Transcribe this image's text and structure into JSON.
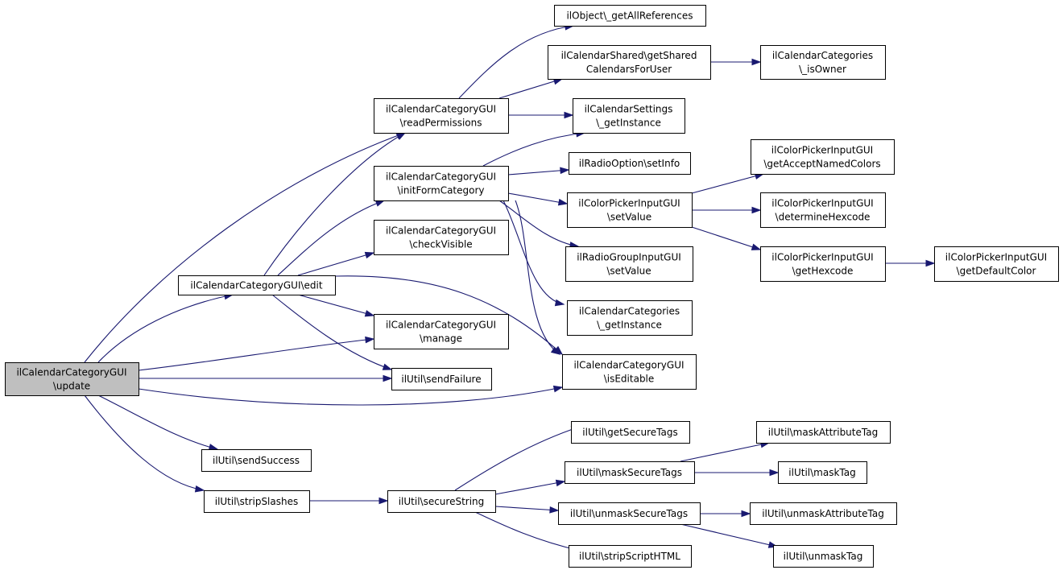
{
  "diagram": {
    "nodes": [
      {
        "id": "update",
        "lines": [
          "ilCalendarCategoryGUI",
          "\\update"
        ],
        "root": true
      },
      {
        "id": "edit",
        "lines": [
          "ilCalendarCategoryGUI\\edit"
        ]
      },
      {
        "id": "readPermissions",
        "lines": [
          "ilCalendarCategoryGUI",
          "\\readPermissions"
        ]
      },
      {
        "id": "initFormCategory",
        "lines": [
          "ilCalendarCategoryGUI",
          "\\initFormCategory"
        ]
      },
      {
        "id": "checkVisible",
        "lines": [
          "ilCalendarCategoryGUI",
          "\\checkVisible"
        ]
      },
      {
        "id": "manage",
        "lines": [
          "ilCalendarCategoryGUI",
          "\\manage"
        ]
      },
      {
        "id": "sendFailure",
        "lines": [
          "ilUtil\\sendFailure"
        ]
      },
      {
        "id": "sendSuccess",
        "lines": [
          "ilUtil\\sendSuccess"
        ]
      },
      {
        "id": "stripSlashes",
        "lines": [
          "ilUtil\\stripSlashes"
        ]
      },
      {
        "id": "getAllReferences",
        "lines": [
          "ilObject\\_getAllReferences"
        ]
      },
      {
        "id": "getSharedCalendars",
        "lines": [
          "ilCalendarShared\\getShared",
          "CalendarsForUser"
        ]
      },
      {
        "id": "settingsGetInstance",
        "lines": [
          "ilCalendarSettings",
          "\\_getInstance"
        ]
      },
      {
        "id": "setInfo",
        "lines": [
          "ilRadioOption\\setInfo"
        ]
      },
      {
        "id": "colorSetValue",
        "lines": [
          "ilColorPickerInputGUI",
          "\\setValue"
        ]
      },
      {
        "id": "radioSetValue",
        "lines": [
          "ilRadioGroupInputGUI",
          "\\setValue"
        ]
      },
      {
        "id": "catGetInstance",
        "lines": [
          "ilCalendarCategories",
          "\\_getInstance"
        ]
      },
      {
        "id": "isEditable",
        "lines": [
          "ilCalendarCategoryGUI",
          "\\isEditable"
        ]
      },
      {
        "id": "isOwner",
        "lines": [
          "ilCalendarCategories",
          "\\_isOwner"
        ]
      },
      {
        "id": "getAcceptNamedColors",
        "lines": [
          "ilColorPickerInputGUI",
          "\\getAcceptNamedColors"
        ]
      },
      {
        "id": "determineHexcode",
        "lines": [
          "ilColorPickerInputGUI",
          "\\determineHexcode"
        ]
      },
      {
        "id": "getHexcode",
        "lines": [
          "ilColorPickerInputGUI",
          "\\getHexcode"
        ]
      },
      {
        "id": "getDefaultColor",
        "lines": [
          "ilColorPickerInputGUI",
          "\\getDefaultColor"
        ]
      },
      {
        "id": "secureString",
        "lines": [
          "ilUtil\\secureString"
        ]
      },
      {
        "id": "getSecureTags",
        "lines": [
          "ilUtil\\getSecureTags"
        ]
      },
      {
        "id": "maskSecureTags",
        "lines": [
          "ilUtil\\maskSecureTags"
        ]
      },
      {
        "id": "unmaskSecureTags",
        "lines": [
          "ilUtil\\unmaskSecureTags"
        ]
      },
      {
        "id": "stripScriptHTML",
        "lines": [
          "ilUtil\\stripScriptHTML"
        ]
      },
      {
        "id": "maskAttributeTag",
        "lines": [
          "ilUtil\\maskAttributeTag"
        ]
      },
      {
        "id": "maskTag",
        "lines": [
          "ilUtil\\maskTag"
        ]
      },
      {
        "id": "unmaskAttributeTag",
        "lines": [
          "ilUtil\\unmaskAttributeTag"
        ]
      },
      {
        "id": "unmaskTag",
        "lines": [
          "ilUtil\\unmaskTag"
        ]
      }
    ],
    "edges": [
      [
        "update",
        "readPermissions"
      ],
      [
        "update",
        "edit"
      ],
      [
        "update",
        "manage"
      ],
      [
        "update",
        "sendFailure"
      ],
      [
        "update",
        "isEditable"
      ],
      [
        "update",
        "sendSuccess"
      ],
      [
        "update",
        "stripSlashes"
      ],
      [
        "edit",
        "readPermissions"
      ],
      [
        "edit",
        "initFormCategory"
      ],
      [
        "edit",
        "checkVisible"
      ],
      [
        "edit",
        "manage"
      ],
      [
        "edit",
        "sendFailure"
      ],
      [
        "edit",
        "isEditable"
      ],
      [
        "readPermissions",
        "getAllReferences"
      ],
      [
        "readPermissions",
        "getSharedCalendars"
      ],
      [
        "readPermissions",
        "settingsGetInstance"
      ],
      [
        "initFormCategory",
        "settingsGetInstance"
      ],
      [
        "initFormCategory",
        "setInfo"
      ],
      [
        "initFormCategory",
        "colorSetValue"
      ],
      [
        "initFormCategory",
        "radioSetValue"
      ],
      [
        "initFormCategory",
        "catGetInstance"
      ],
      [
        "initFormCategory",
        "isEditable"
      ],
      [
        "getSharedCalendars",
        "isOwner"
      ],
      [
        "colorSetValue",
        "getAcceptNamedColors"
      ],
      [
        "colorSetValue",
        "determineHexcode"
      ],
      [
        "colorSetValue",
        "getHexcode"
      ],
      [
        "getHexcode",
        "getDefaultColor"
      ],
      [
        "stripSlashes",
        "secureString"
      ],
      [
        "secureString",
        "getSecureTags"
      ],
      [
        "secureString",
        "maskSecureTags"
      ],
      [
        "secureString",
        "unmaskSecureTags"
      ],
      [
        "secureString",
        "stripScriptHTML"
      ],
      [
        "maskSecureTags",
        "maskAttributeTag"
      ],
      [
        "maskSecureTags",
        "maskTag"
      ],
      [
        "unmaskSecureTags",
        "unmaskAttributeTag"
      ],
      [
        "unmaskSecureTags",
        "unmaskTag"
      ]
    ],
    "colors": {
      "edge": "#191970",
      "node_border": "#000000",
      "node_fill": "#ffffff",
      "root_fill": "#bfbfbf"
    }
  }
}
